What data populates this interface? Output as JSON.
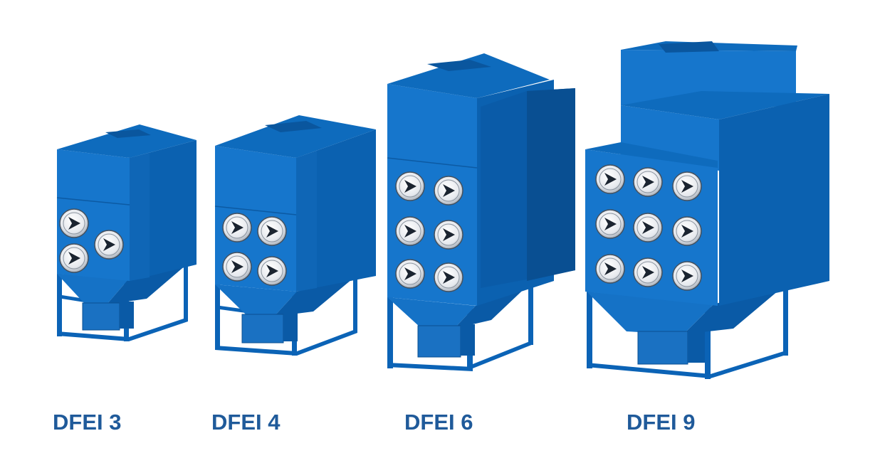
{
  "colors": {
    "label": "#1f5a9a",
    "front": "#1676cc",
    "side": "#0a5fae",
    "top": "#0d67b8",
    "frame": "#0b63b6"
  },
  "products": [
    {
      "label": "DFEI 3",
      "cartridges": 3
    },
    {
      "label": "DFEI 4",
      "cartridges": 4
    },
    {
      "label": "DFEI 6",
      "cartridges": 6
    },
    {
      "label": "DFEI 9",
      "cartridges": 9
    }
  ]
}
